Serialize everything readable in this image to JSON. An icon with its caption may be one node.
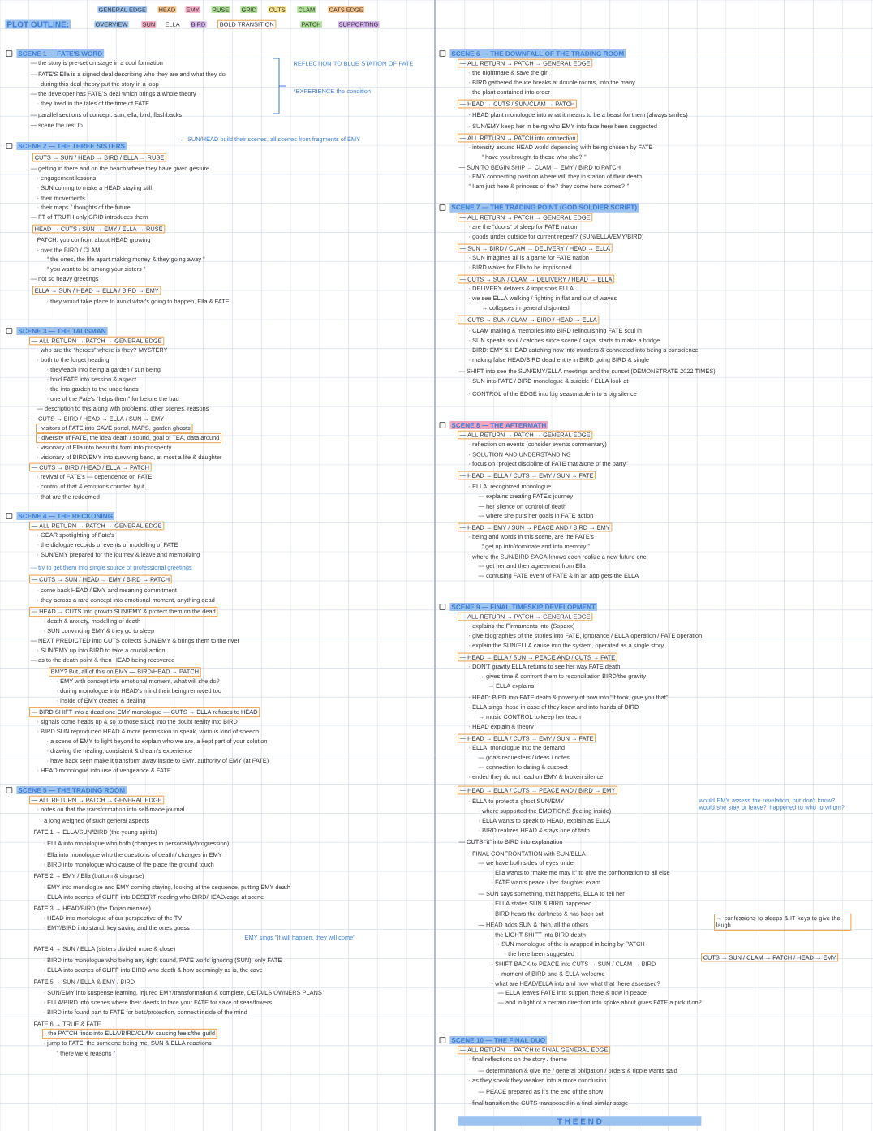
{
  "diagram": {
    "title": "PLOT OUTLINE:",
    "nodes": [
      {
        "text": [
          "SCENE 1 — FATE'S WORD"
        ]
      },
      {
        "text": [
          "SCENE 2 — THE THREE SISTERS"
        ]
      },
      {
        "text": [
          "SCENE 3 — THE TALISMAN"
        ]
      },
      {
        "text": [
          "SCENE 4 — THE RECKONING"
        ]
      },
      {
        "text": [
          "SCENE 5 — THE TRADING ROOM"
        ]
      },
      {
        "text": [
          "SCENE 6 — THE DOWNFALL OF THE TRADING ROOM"
        ]
      },
      {
        "text": [
          "SCENE 7 — THE TRADING POINT (GOD SOLDIER SCRIPT)"
        ]
      },
      {
        "text": [
          "SCENE 8 — THE AFTERMATH"
        ]
      },
      {
        "text": [
          "SCENE 9 — FINAL TIMESKIP DEVELOPMENT"
        ]
      },
      {
        "text": [
          "SCENE 10 — THE FINAL DUO"
        ]
      }
    ],
    "labels": [
      "GENERAL EDGE",
      "HEAD",
      "EMY",
      "RUSE",
      "GRID",
      "CUTS",
      "CLAM",
      "CATS EDGE",
      "OVERVIEW",
      "SUN",
      "ELLA",
      "BIRD",
      "BOLD TRANSITION",
      "PATCH",
      "SUPPORTING",
      "— the story is pre-set on stage in a cool formation",
      "— FATE'S Ella is a signed deal describing who they are and what they do",
      "· during this deal theory put the story in a loop",
      "— the developer has FATE'S deal which brings a whole theory",
      "· they lived in the tales of the time of FATE",
      "— parallel sections of concept: sun, ella, bird, flashbacks",
      "— scene the rest to",
      "REFLECTION TO BLUE STATION OF FATE",
      "*EXPERIENCE the condition",
      "← SUN/HEAD build their scenes, all scenes from fragments of EMY",
      "CUTS → SUN / HEAD → BIRD / ELLA → RUSE",
      "— getting in there and on the beach where they have given gesture",
      "· engagement lessons",
      "· SUN coming to make a HEAD staying still",
      "· their movements",
      "· their maps / thoughts of the future",
      "— FT of TRUTH only GRID introduces them",
      "HEAD → CUTS / SUN → EMY / ELLA → RUSE",
      "PATCH: you confront about HEAD growing",
      "· over the BIRD / CLAM",
      "“ the ones, the life apart making money & they going away ”",
      "“ you want to be among your sisters ”",
      "— not so heavy greetings",
      "ELLA → SUN / HEAD → ELLA / BIRD → EMY",
      "· they would take place to avoid what's going to happen, Ella & FATE",
      "— ALL RETURN → PATCH → GENERAL EDGE",
      "· who are the “heroes” where is they? MYSTERY",
      "· both to the forget heading",
      "· they/each into being a garden / sun being",
      "· hold FATE into session & aspect",
      "· the into garden to the underlands",
      "· one of the Fate's “helps them” for before the bad",
      "— description to this along with problems, other scenes, reasons",
      "— CUTS → BIRD / HEAD → ELLA / SUN → EMY",
      "· visitors of FATE into CAVE portal, MAPS, garden ghosts",
      "· diversity of FATE, the idea death / sound, goal of TEA, data around",
      "· visionary of Ella into beautiful form into prosperity",
      "· visionary of BIRD/EMY into surviving band, at most a life & daughter",
      "— CUTS → BIRD / HEAD / ELLA → PATCH",
      "· revival of FATE's — dependence on FATE",
      "· control of that & emotions counted by it",
      "· that are the redeemed",
      "— ALL RETURN → PATCH → GENERAL EDGE",
      "· GEAR spotlighting of Fate's",
      "· the dialogue records of events of modelling of FATE",
      "· SUN/EMY prepared for the journey & leave and memorizing",
      "— try to get them into single source of professional greetings",
      "— CUTS → SUN / HEAD → EMY / BIRD → PATCH",
      "· come back HEAD / EMY and meaning commitment",
      "· they across a rare concept into emotional moment, anything dead",
      "— HEAD → CUTS into growth SUN/EMY & protect them on the dead",
      "· death & anxiety, modelling of death",
      "· SUN convincing EMY & they go to sleep",
      "— NEXT PREDICTED into CUTS collects SUN/EMY & brings them to the river",
      "· SUN/EMY up into BIRD to take a crucial action",
      "— as to the death point & then HEAD being recovered",
      "EMY? But, all of this on EMY — BIRD/HEAD → PATCH",
      "· EMY with concept into emotional moment, what will she do?",
      "· during monologue into HEAD's mind their being removed too",
      "· inside of EMY created & dealing",
      "— BIRD SHIFT into a dead one EMY monologue — CUTS → ELLA refuses to HEAD",
      "· signals come heads up & so to those stuck into the doubt reality into BIRD",
      "· BIRD SUN reproduced HEAD & more permission to speak, various kind of speech",
      "· a scene of EMY to light beyond to explain who we are, a kept part of your solution",
      "· drawing the healing, consistent & dream's experience",
      "· have back seen make it transform away inside to EMY, authority of EMY (at FATE)",
      "· HEAD monologue into use of vengeance & FATE",
      "— ALL RETURN → PATCH → GENERAL EDGE",
      "· notes on that the transformation into self-made journal",
      "· a long weighed of such general aspects",
      "FATE 1 → ELLA/SUN/BIRD (the young spirits)",
      "· ELLA into monologue who both (changes in personality/progression)",
      "· Ella into monologue who the questions of death / changes in EMY",
      "· BIRD into monologue who cause of the place the ground touch",
      "FATE 2 → EMY / Ella (bottom & disguise)",
      "· EMY into monologue and EMY coming staying, looking at the sequence, putting EMY death",
      "· ELLA into scenes of CLIFF into DESERT reading who BIRD/HEAD/cage at scene",
      "FATE 3 → HEAD/BIRD (the Trojan menace)",
      "· HEAD into monologue of our perspective of the TV",
      "· EMY/BIRD into stand, key saving and the ones guess",
      "EMY sings “It will happen, they will come”",
      "FATE 4 → SUN / ELLA (sisters divided more & close)",
      "· BIRD into monologue who being any right sound, FATE world ignoring (SUN), only FATE",
      "· ELLA into scenes of CLIFF into BIRD who death & how seemingly as is, the cave",
      "FATE 5 → SUN / ELLA & EMY / BIRD",
      "· SUN/EMY into suspense learning, injured EMY/transformation & complete, DETAILS OWNERS PLANS",
      "· ELLA/BIRD into scenes where their deeds to face your FATE for sake of seas/towers",
      "· BIRD into found part to FATE for bots/protection, connect inside of the mind",
      "FATE 6 → TRUE & FATE",
      "· the PATCH finds into ELLA/BIRD/CLAM causing feels/the guild",
      "· jump to FATE: the someone being me, SUN & ELLA reactions",
      "“ there were reasons ”",
      "— ALL RETURN → PATCH → GENERAL EDGE",
      "· the nightmare & save the girl",
      "· BIRD gathered the ice breaks at double rooms, into the many",
      "· the plant contained into order",
      "— HEAD → CUTS / SUN/CLAM → PATCH",
      "· HEAD plant monologue into what it means to be a beast for them (always smiles)",
      "· SUN/EMY keep her in being who EMY into face here been suggested",
      "— ALL RETURN → PATCH into connection",
      "· intensity around HEAD world depending with being chosen by FATE",
      "“ have you brought to these who she? ”",
      "— SUN TO BEGIN SHIP → CLAM → EMY / BIRD to PATCH",
      "· EMY connecting position where will they in station of their death",
      "“ I am just here & princess of the? they come here comes? ”",
      "— ALL RETURN → PATCH → GENERAL EDGE",
      "· are the “doors” of sleep for FATE nation",
      "· goods under outside for current repeat? (SUN/ELLA/EMY/BIRD)",
      "— SUN → BIRD / CLAM → DELIVERY / HEAD → ELLA",
      "· SUN imagines all is a game for FATE nation",
      "· BIRD wakes for Ella to be imprisoned",
      "— CUTS → SUN / CLAM → DELIVERY / HEAD → ELLA",
      "· DELIVERY delivers & imprisons ELLA",
      "· we see ELLA walking / fighting in flat and out of waves",
      "→ collapses in general disjointed",
      "— CUTS → SUN / CLAM → BIRD / HEAD → ELLA",
      "· CLAM making & memories into BIRD relinquishing FATE soul in",
      "· SUN speaks soul / catches since scene / saga, starts to make a bridge",
      "· BIRD: EMY & HEAD catching now into murders & connected into being a conscience",
      "· making false HEAD/BIRD dead entity in BIRD going BIRD & single",
      "— SHIFT into see the SUN/EMY/ELLA meetings and the sunset (DEMONSTRATE 2022 TIMES)",
      "· SUN into FATE / BIRD monologue & suicide / ELLA look at",
      "· CONTROL of the EDGE into big seasonable into a big silence",
      "— ALL RETURN → PATCH → GENERAL EDGE",
      "· reflection on events (consider events commentary)",
      "· SOLUTION AND UNDERSTANDING",
      "· focus on “project discipline of FATE that alone of the party”",
      "— HEAD → ELLA / CUTS → EMY / SUN → FATE",
      "· ELLA: recognized monologue",
      "— explains creating FATE's journey",
      "— her silence on control of death",
      "— where she puts her goals in FATE action",
      "— HEAD → EMY / SUN → PEACE AND / BIRD → EMY",
      "· being and words in this scene, are the FATE's",
      "“ get up into/dominate and into memory ”",
      "· where the SUN/BIRD SAGA knows each realize a new future one",
      "— get her and their agreement from Ella",
      "— confusing FATE event of FATE & in an app gets the ELLA",
      "— ALL RETURN → PATCH → GENERAL EDGE",
      "· explains the Firmaments into (Sopaxx)",
      "· give biographies of the stories into FATE, ignorance / ELLA operation / FATE operation",
      "· explain the SUN/ELLA cause into the system, operated as a single story",
      "— HEAD → ELLA / SUN → PEACE AND / CUTS → FATE",
      "· DON'T gravity ELLA returns to see her way FATE death",
      "→ gives time & confront them to reconciliation BIRD/the gravity",
      "→ ELLA explains",
      "· HEAD: BIRD into FATE death & poverty of how into “It took, give you that”",
      "· ELLA sings those in case of they knew and into hands of BIRD",
      "→ music CONTROL to keep her teach",
      "· HEAD explain & theory",
      "— HEAD → ELLA / CUTS → EMY / SUN → FATE",
      "· ELLA: monologue into the demand",
      "— goals requesters / ideas / notes",
      "— connection to dating & suspect",
      "· ended they do not read on EMY & broken silence",
      "— HEAD → ELLA / CUTS → PEACE AND / BIRD → EMY",
      "· ELLA to protect a ghost SUN/EMY",
      "· where supported the EMOTIONS (feeling inside)",
      "· ELLA wants to speak to HEAD, explain as ELLA",
      "· BIRD realizes HEAD & stays one of faith",
      "would EMY assess the revelation, but don't know? would she stay or leave? happened to who to whom?",
      "— CUTS “it” into BIRD into explanation",
      "· FINAL CONFRONTATION with SUN/ELLA",
      "— we have both sides of eyes under",
      "· Ella wants to “make me may it” to give the confrontation to all else",
      "· FATE wants peace / her daughter exam",
      "— SUN says something, that happens, ELLA to tell her",
      "· ELLA states SUN & BIRD happened",
      "· BIRD hears the darkness & has back out",
      "— HEAD adds SUN & then, all the others",
      "→ confessions to sleeps & IT keys to give the laugh",
      "· the LIGHT SHIFT into BIRD death",
      "· SUN monologue of the is wrapped in being by PATCH",
      "CUTS → SUN / CLAM → PATCH / HEAD → EMY",
      "· the here been suggested",
      "· SHIFT BACK to PEACE into CUTS → SUN / CLAM → BIRD",
      "· moment of BIRD and & ELLA welcome",
      "· what are HEAD/ELLA into and now what that there assessed?",
      "— ELLA leaves FATE into support there & now in peace",
      "— and in light of a certain direction into spoke about gives FATE a pick it on?",
      "— ALL RETURN → PATCH to FINAL GENERAL EDGE",
      "· final reflections on the story / theme",
      "— determination & give me / general obligation / orders & ripple wants said",
      "· as they speak they weaken into a more conclusion",
      "— PEACE prepared as it's the end of the show",
      "· final transition the CUTS transposed in a final similar stage",
      "T H E   E N D"
    ]
  }
}
